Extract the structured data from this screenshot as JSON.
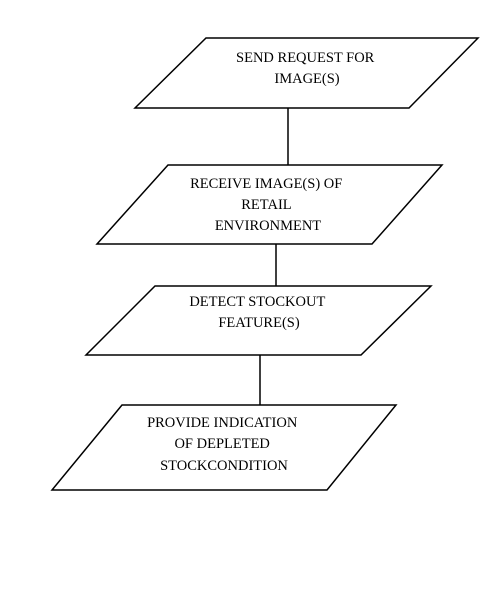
{
  "flowchart": {
    "steps": [
      {
        "lines": [
          "SEND REQUEST FOR",
          "IMAGE(S)"
        ]
      },
      {
        "lines": [
          "RECEIVE IMAGE(S) OF",
          "RETAIL",
          "ENVIRONMENT"
        ]
      },
      {
        "lines": [
          "DETECT STOCKOUT",
          "FEATURE(S)"
        ]
      },
      {
        "lines": [
          "PROVIDE INDICATION",
          "OF DEPLETED",
          "STOCKCONDITION"
        ]
      }
    ],
    "colors": {
      "stroke": "#000000",
      "fill": "#ffffff",
      "text": "#000000"
    }
  }
}
